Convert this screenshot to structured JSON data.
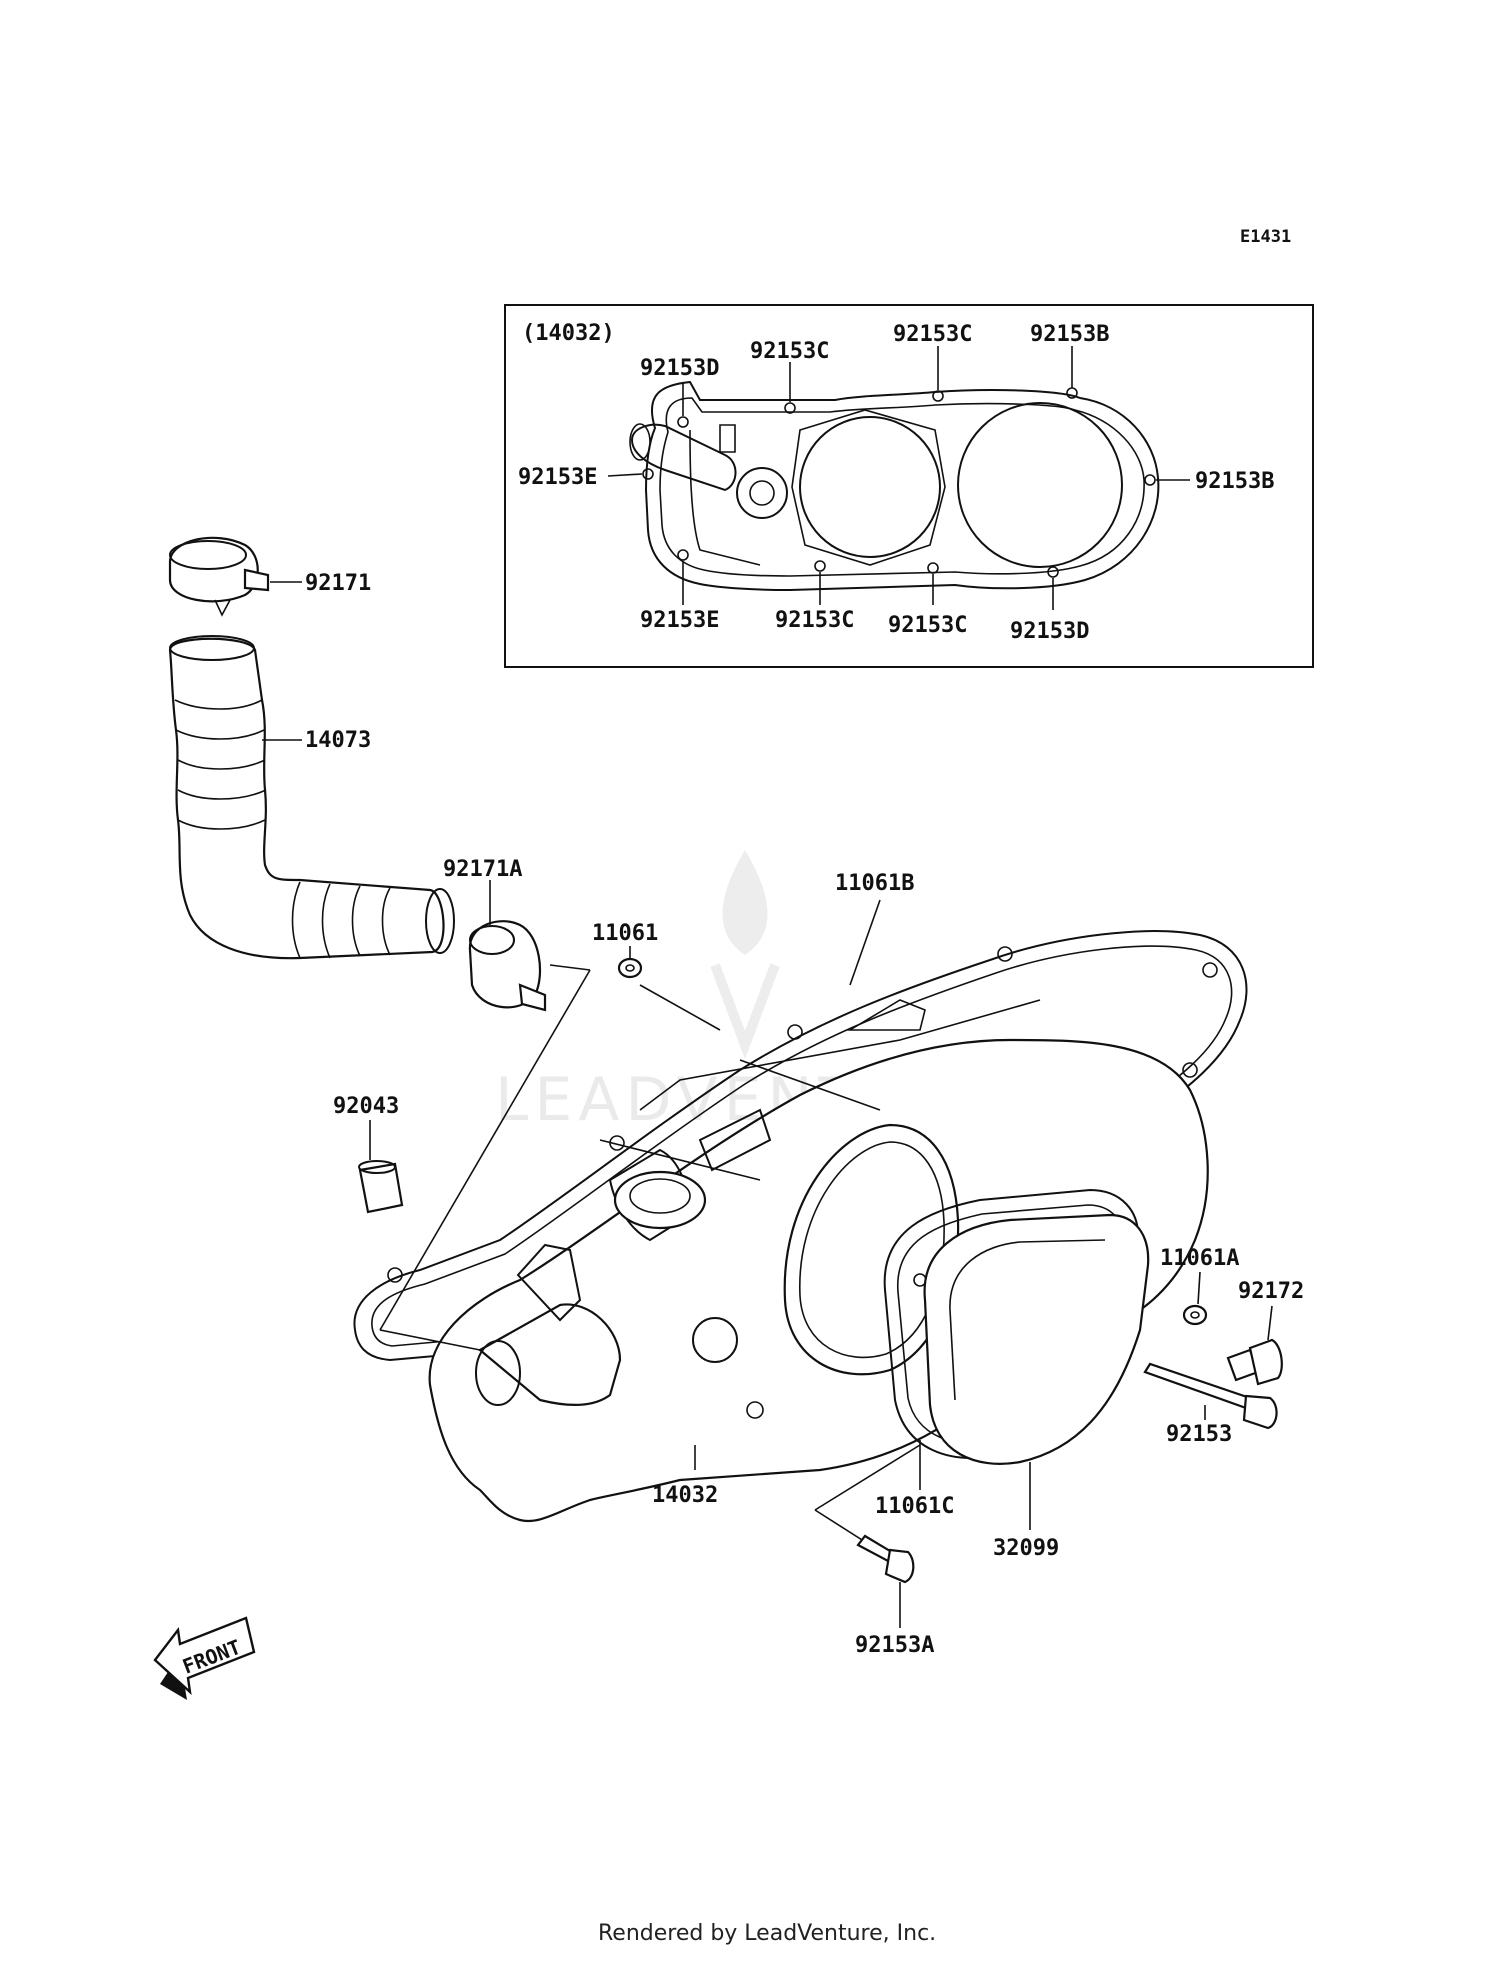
{
  "diagram_id": "E1431",
  "inset": {
    "title": "(14032)",
    "labels": [
      {
        "key": "i1",
        "text": "92153D"
      },
      {
        "key": "i2",
        "text": "92153C"
      },
      {
        "key": "i3",
        "text": "92153C"
      },
      {
        "key": "i4",
        "text": "92153B"
      },
      {
        "key": "i5",
        "text": "92153E"
      },
      {
        "key": "i6",
        "text": "92153B"
      },
      {
        "key": "i7",
        "text": "92153E"
      },
      {
        "key": "i8",
        "text": "92153C"
      },
      {
        "key": "i9",
        "text": "92153C"
      },
      {
        "key": "i10",
        "text": "92153D"
      }
    ]
  },
  "parts": [
    {
      "key": "p1",
      "text": "92171"
    },
    {
      "key": "p2",
      "text": "14073"
    },
    {
      "key": "p3",
      "text": "92171A"
    },
    {
      "key": "p4",
      "text": "11061"
    },
    {
      "key": "p5",
      "text": "11061B"
    },
    {
      "key": "p6",
      "text": "92043"
    },
    {
      "key": "p7",
      "text": "11061A"
    },
    {
      "key": "p8",
      "text": "92172"
    },
    {
      "key": "p9",
      "text": "92153"
    },
    {
      "key": "p10",
      "text": "14032"
    },
    {
      "key": "p11",
      "text": "11061C"
    },
    {
      "key": "p12",
      "text": "32099"
    },
    {
      "key": "p13",
      "text": "92153A"
    }
  ],
  "front_label": "FRONT",
  "watermark": "LEADVENTURE",
  "footer": "Rendered by LeadVenture, Inc."
}
